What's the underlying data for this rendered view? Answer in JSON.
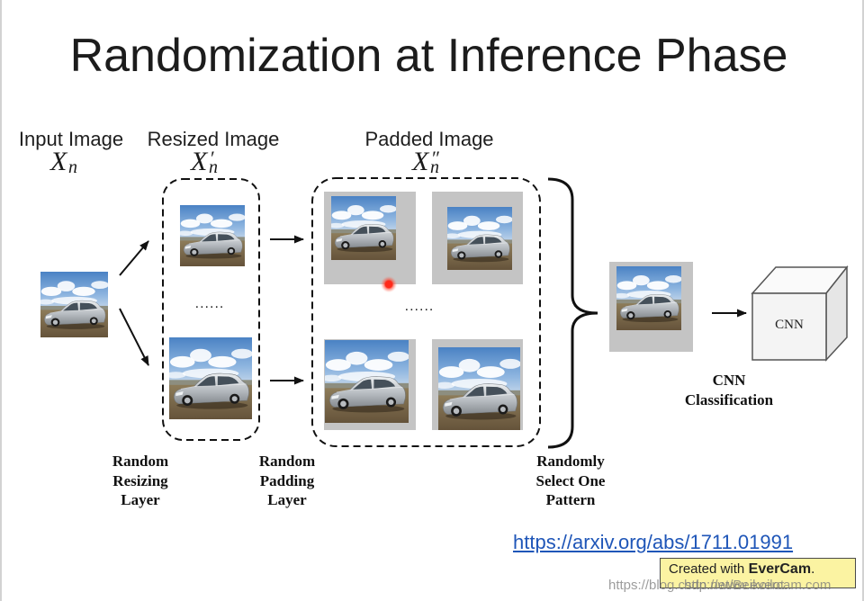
{
  "slide": {
    "title": "Randomization at Inference Phase"
  },
  "stages": {
    "input": {
      "title": "Input Image",
      "symbol": "X",
      "subscript": "n"
    },
    "resized": {
      "title": "Resized Image",
      "symbol": "X",
      "prime": "′",
      "subscript": "n"
    },
    "padded": {
      "title": "Padded Image",
      "symbol": "X",
      "prime": "″",
      "subscript": "n"
    }
  },
  "ellipses": {
    "resized": "......",
    "padded": "......"
  },
  "steps": {
    "random_resizing": [
      "Random",
      "Resizing",
      "Layer"
    ],
    "random_padding": [
      "Random",
      "Padding",
      "Layer"
    ],
    "random_select": [
      "Randomly",
      "Select One",
      "Pattern"
    ],
    "cnn_classification": [
      "CNN",
      "Classification"
    ]
  },
  "cnn_block": {
    "label": "CNN"
  },
  "reference": {
    "url": "https://arxiv.org/abs/1711.01991"
  },
  "watermark": {
    "prefix": "Created with",
    "brand": "EverCam",
    "suffix": ".",
    "overlay_lines": [
      "https://blog.csdn.net/Beikoilot",
      "http://www.evercam.com"
    ]
  },
  "icons": {
    "arrow": "right-arrow-icon",
    "bracket": "right-curly-brace-icon",
    "cnn_block": "cube-icon",
    "cursor": "red-cursor-dot-icon"
  },
  "colors": {
    "text": "#1e1e1e",
    "link": "#1f56b8",
    "padding_fill": "#c4c4c4",
    "watermark_bg": "#fbf3a2",
    "cursor": "#ff2a1a"
  }
}
